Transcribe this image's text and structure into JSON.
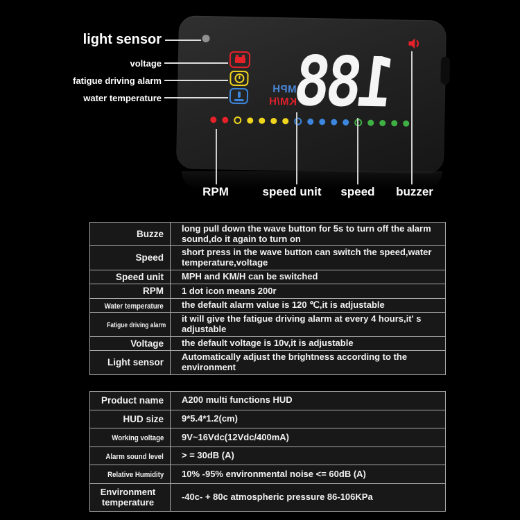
{
  "device": {
    "display_value": "188",
    "units": {
      "mph": "MPH",
      "kmh": "KM/H"
    },
    "left_callouts": [
      {
        "label": "light sensor"
      },
      {
        "label": "voltage"
      },
      {
        "label": "fatigue driving alarm"
      },
      {
        "label": "water temperature"
      }
    ],
    "bottom_callouts": [
      {
        "label": "RPM"
      },
      {
        "label": "speed unit"
      },
      {
        "label": "speed"
      },
      {
        "label": "buzzer"
      }
    ],
    "rpm_dots": [
      "red",
      "red",
      "ring-yellow",
      "yellow",
      "yellow",
      "yellow",
      "yellow",
      "ring-blue",
      "blue",
      "blue",
      "blue",
      "blue",
      "ring-green",
      "green",
      "green",
      "green",
      "green"
    ],
    "icons": [
      "light-sensor-dot",
      "voltage-icon",
      "fatigue-driving-alarm-icon",
      "water-temperature-icon",
      "buzzer-icon"
    ],
    "colors": {
      "red": "#e62129",
      "yellow": "#efd51e",
      "blue": "#3c86dd",
      "green": "#3fb044",
      "unit_mph": "#4a86d8",
      "unit_kmh": "#e0202c"
    }
  },
  "function_table": {
    "rows": [
      {
        "label": "Buzze",
        "description": "long pull down the wave button for 5s to turn off the alarm sound,do it again to turn on"
      },
      {
        "label": "Speed",
        "description": "short press in the wave button can switch the speed,water temperature,voltage"
      },
      {
        "label": "Speed unit",
        "description": "MPH and KM/H can be switched"
      },
      {
        "label": "RPM",
        "description": "1 dot icon means 200r"
      },
      {
        "label": "Water temperature",
        "description": "the default alarm value is 120 ℃,it is adjustable"
      },
      {
        "label": "Fatigue driving alarm",
        "description": "it will give the fatigue driving alarm at every 4 hours,it' s adjustable"
      },
      {
        "label": "Voltage",
        "description": "the default voltage is 10v,it is adjustable"
      },
      {
        "label": "Light sensor",
        "description": "Automatically adjust the brightness according to the environment"
      }
    ]
  },
  "spec_table": {
    "rows": [
      {
        "label": "Product name",
        "value": "A200 multi functions HUD"
      },
      {
        "label": "HUD size",
        "value": "9*5.4*1.2(cm)"
      },
      {
        "label": "Working voltage",
        "value": "9V~16Vdc(12Vdc/400mA)"
      },
      {
        "label": "Alarm sound level",
        "value": "> = 30dB (A)"
      },
      {
        "label": "Relative Humidity",
        "value": "10% -95% environmental noise <= 60dB (A)"
      },
      {
        "label": "Environment temperature",
        "value": "-40c- + 80c atmospheric pressure 86-106KPa"
      }
    ]
  }
}
